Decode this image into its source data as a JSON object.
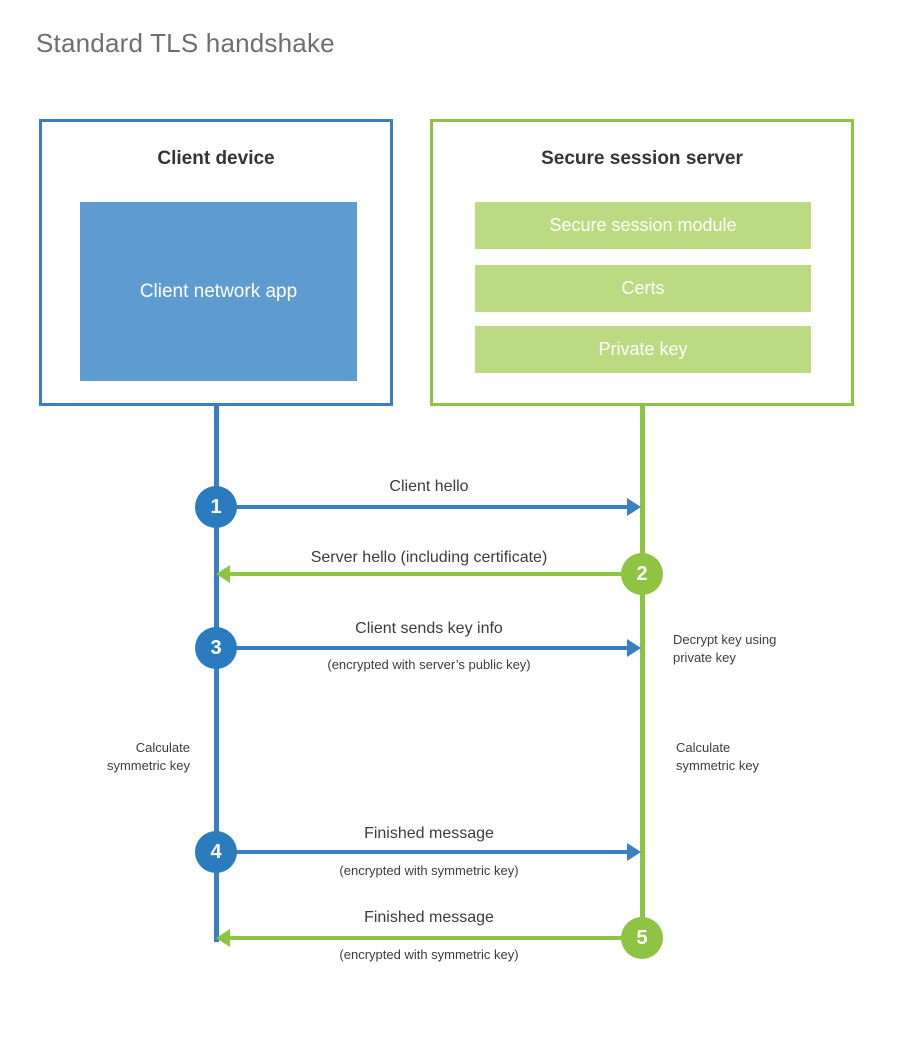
{
  "diagram": {
    "title": "Standard TLS handshake",
    "colors": {
      "client_accent": "#3a7fc1",
      "client_fill": "#5d9bd1",
      "client_circle": "#2b7cbf",
      "server_accent": "#8fc442",
      "server_fill": "#bcda81",
      "text": "#3c3c3c",
      "title_text": "#6f6f6f",
      "background": "#ffffff"
    }
  },
  "client_panel": {
    "title": "Client device",
    "app_block": "Client network app"
  },
  "server_panel": {
    "title": "Secure session server",
    "blocks": [
      {
        "label": "Secure session module"
      },
      {
        "label": "Certs"
      },
      {
        "label": "Private key"
      }
    ]
  },
  "steps": [
    {
      "number": "1",
      "label": "Client hello",
      "sublabel": "",
      "direction": "client-to-server",
      "color": "blue"
    },
    {
      "number": "2",
      "label": "Server hello (including certificate)",
      "sublabel": "",
      "direction": "server-to-client",
      "color": "green"
    },
    {
      "number": "3",
      "label": "Client sends key info",
      "sublabel": "(encrypted with server’s public key)",
      "direction": "client-to-server",
      "color": "blue"
    },
    {
      "number": "4",
      "label": "Finished message",
      "sublabel": "(encrypted with symmetric key)",
      "direction": "client-to-server",
      "color": "blue"
    },
    {
      "number": "5",
      "label": "Finished message",
      "sublabel": "(encrypted with symmetric key)",
      "direction": "server-to-client",
      "color": "green"
    }
  ],
  "annotations": {
    "server_decrypt": "Decrypt key using\nprivate key",
    "client_calculate": "Calculate\nsymmetric key",
    "server_calculate": "Calculate\nsymmetric key"
  }
}
